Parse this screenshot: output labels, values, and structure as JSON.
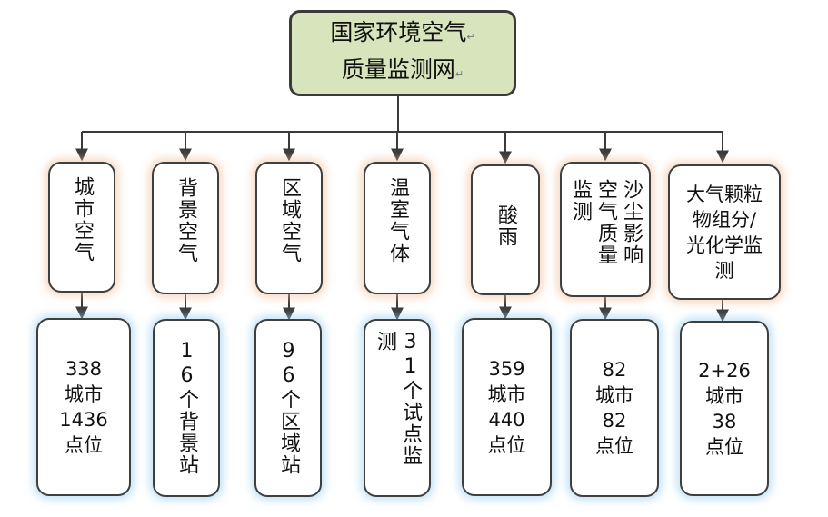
{
  "root": {
    "line1": "国家环境空气",
    "line2": "质量监测网"
  },
  "categories": [
    {
      "label": "城市空气",
      "detail": "338\n城市\n1436\n点位"
    },
    {
      "label": "背景空气",
      "detail": "16个背景站"
    },
    {
      "label": "区域空气",
      "detail": "96个区域站"
    },
    {
      "label": "温室气体",
      "detail": "31个试点监测"
    },
    {
      "label": "酸雨",
      "detail": "359\n城市\n440\n点位"
    },
    {
      "label": "沙尘影响空气质量监测",
      "detail": "82\n城市\n82\n点位"
    },
    {
      "label": "大气颗粒物组分/光化学监测",
      "detail": "2+26\n城市\n38\n点位"
    }
  ],
  "para_mark": "↵"
}
